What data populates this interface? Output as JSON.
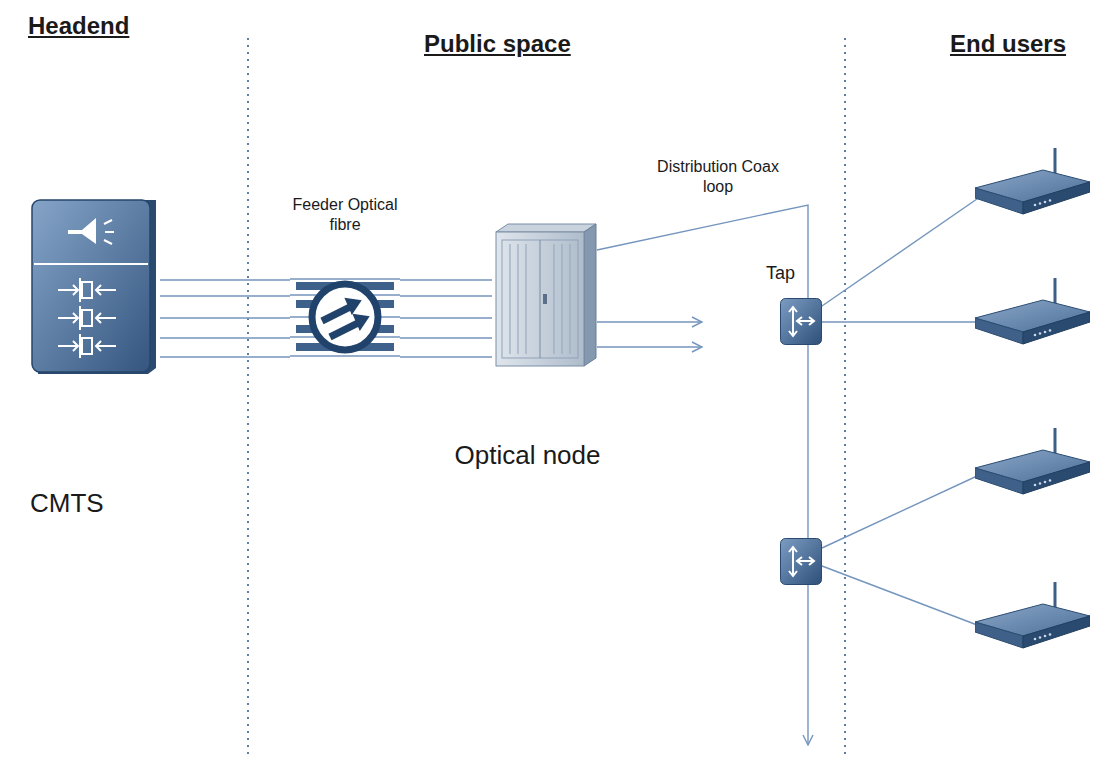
{
  "diagram": {
    "nodes": [
      {
        "text": [
          "CMTS"
        ]
      },
      {
        "text": [
          "Feeder Optical fibre"
        ]
      },
      {
        "text": [
          "Optical node"
        ]
      },
      {
        "text": [
          "Tap"
        ]
      }
    ],
    "edges": [
      {
        "from": 0,
        "to": 1,
        "arrow": "none"
      },
      {
        "from": 1,
        "to": 2,
        "arrow": "none"
      },
      {
        "from": 2,
        "to": 3,
        "label": "Distribution Coax loop",
        "arrow": "none"
      }
    ],
    "labels": [
      "Headend",
      "Public space",
      "End users"
    ]
  }
}
